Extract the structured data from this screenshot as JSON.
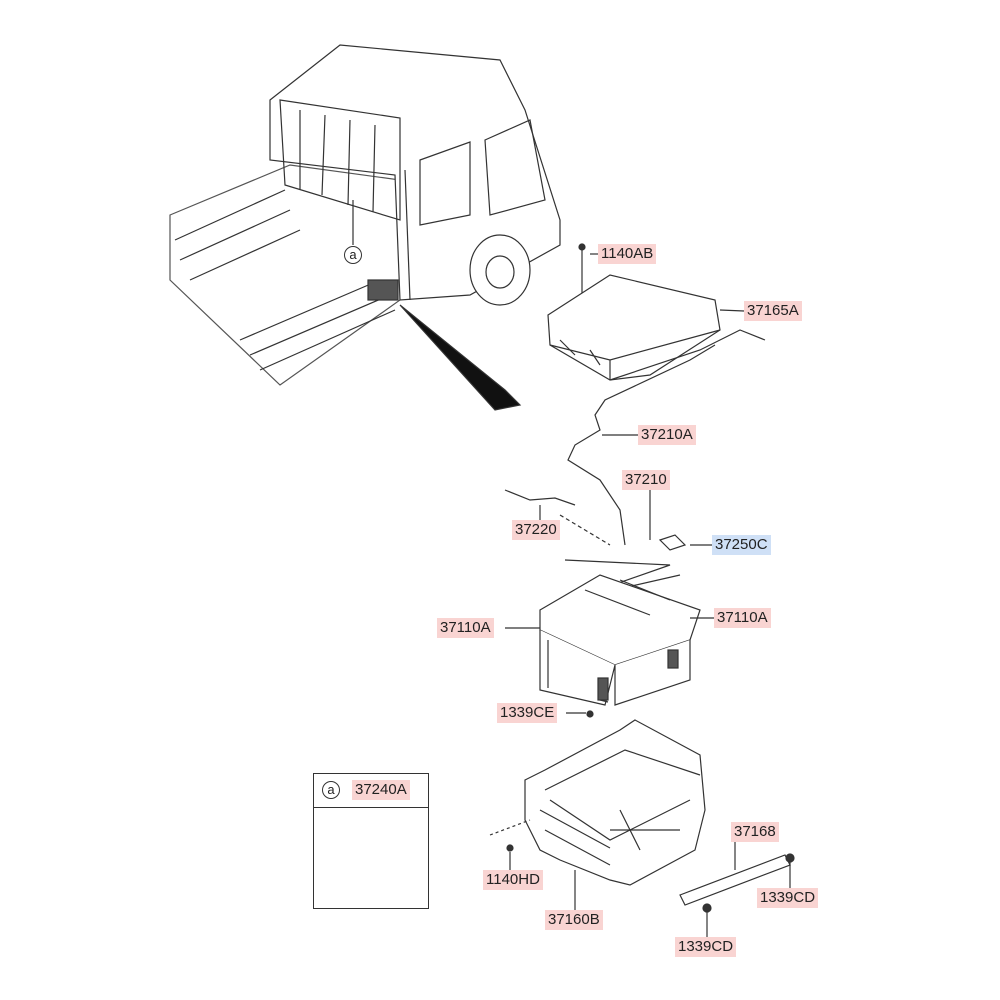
{
  "diagram": {
    "callout_marker": "a",
    "parts": {
      "bolt_top": "1140AB",
      "battery_cover": "37165A",
      "cable_positive": "37210A",
      "cable_main": "37210",
      "cable_ground": "37220",
      "clamp": "37250C",
      "battery_left": "37110A",
      "battery_right": "37110A",
      "bolt_tray": "1339CE",
      "inset_cable": "37240A",
      "bracket": "37168",
      "bolt_side": "1140HD",
      "nut_right": "1339CD",
      "tray": "37160B",
      "nut_bottom": "1339CD"
    },
    "colors": {
      "part_label": "#f9d4d2",
      "highlight_label": "#cfe0f6"
    }
  }
}
